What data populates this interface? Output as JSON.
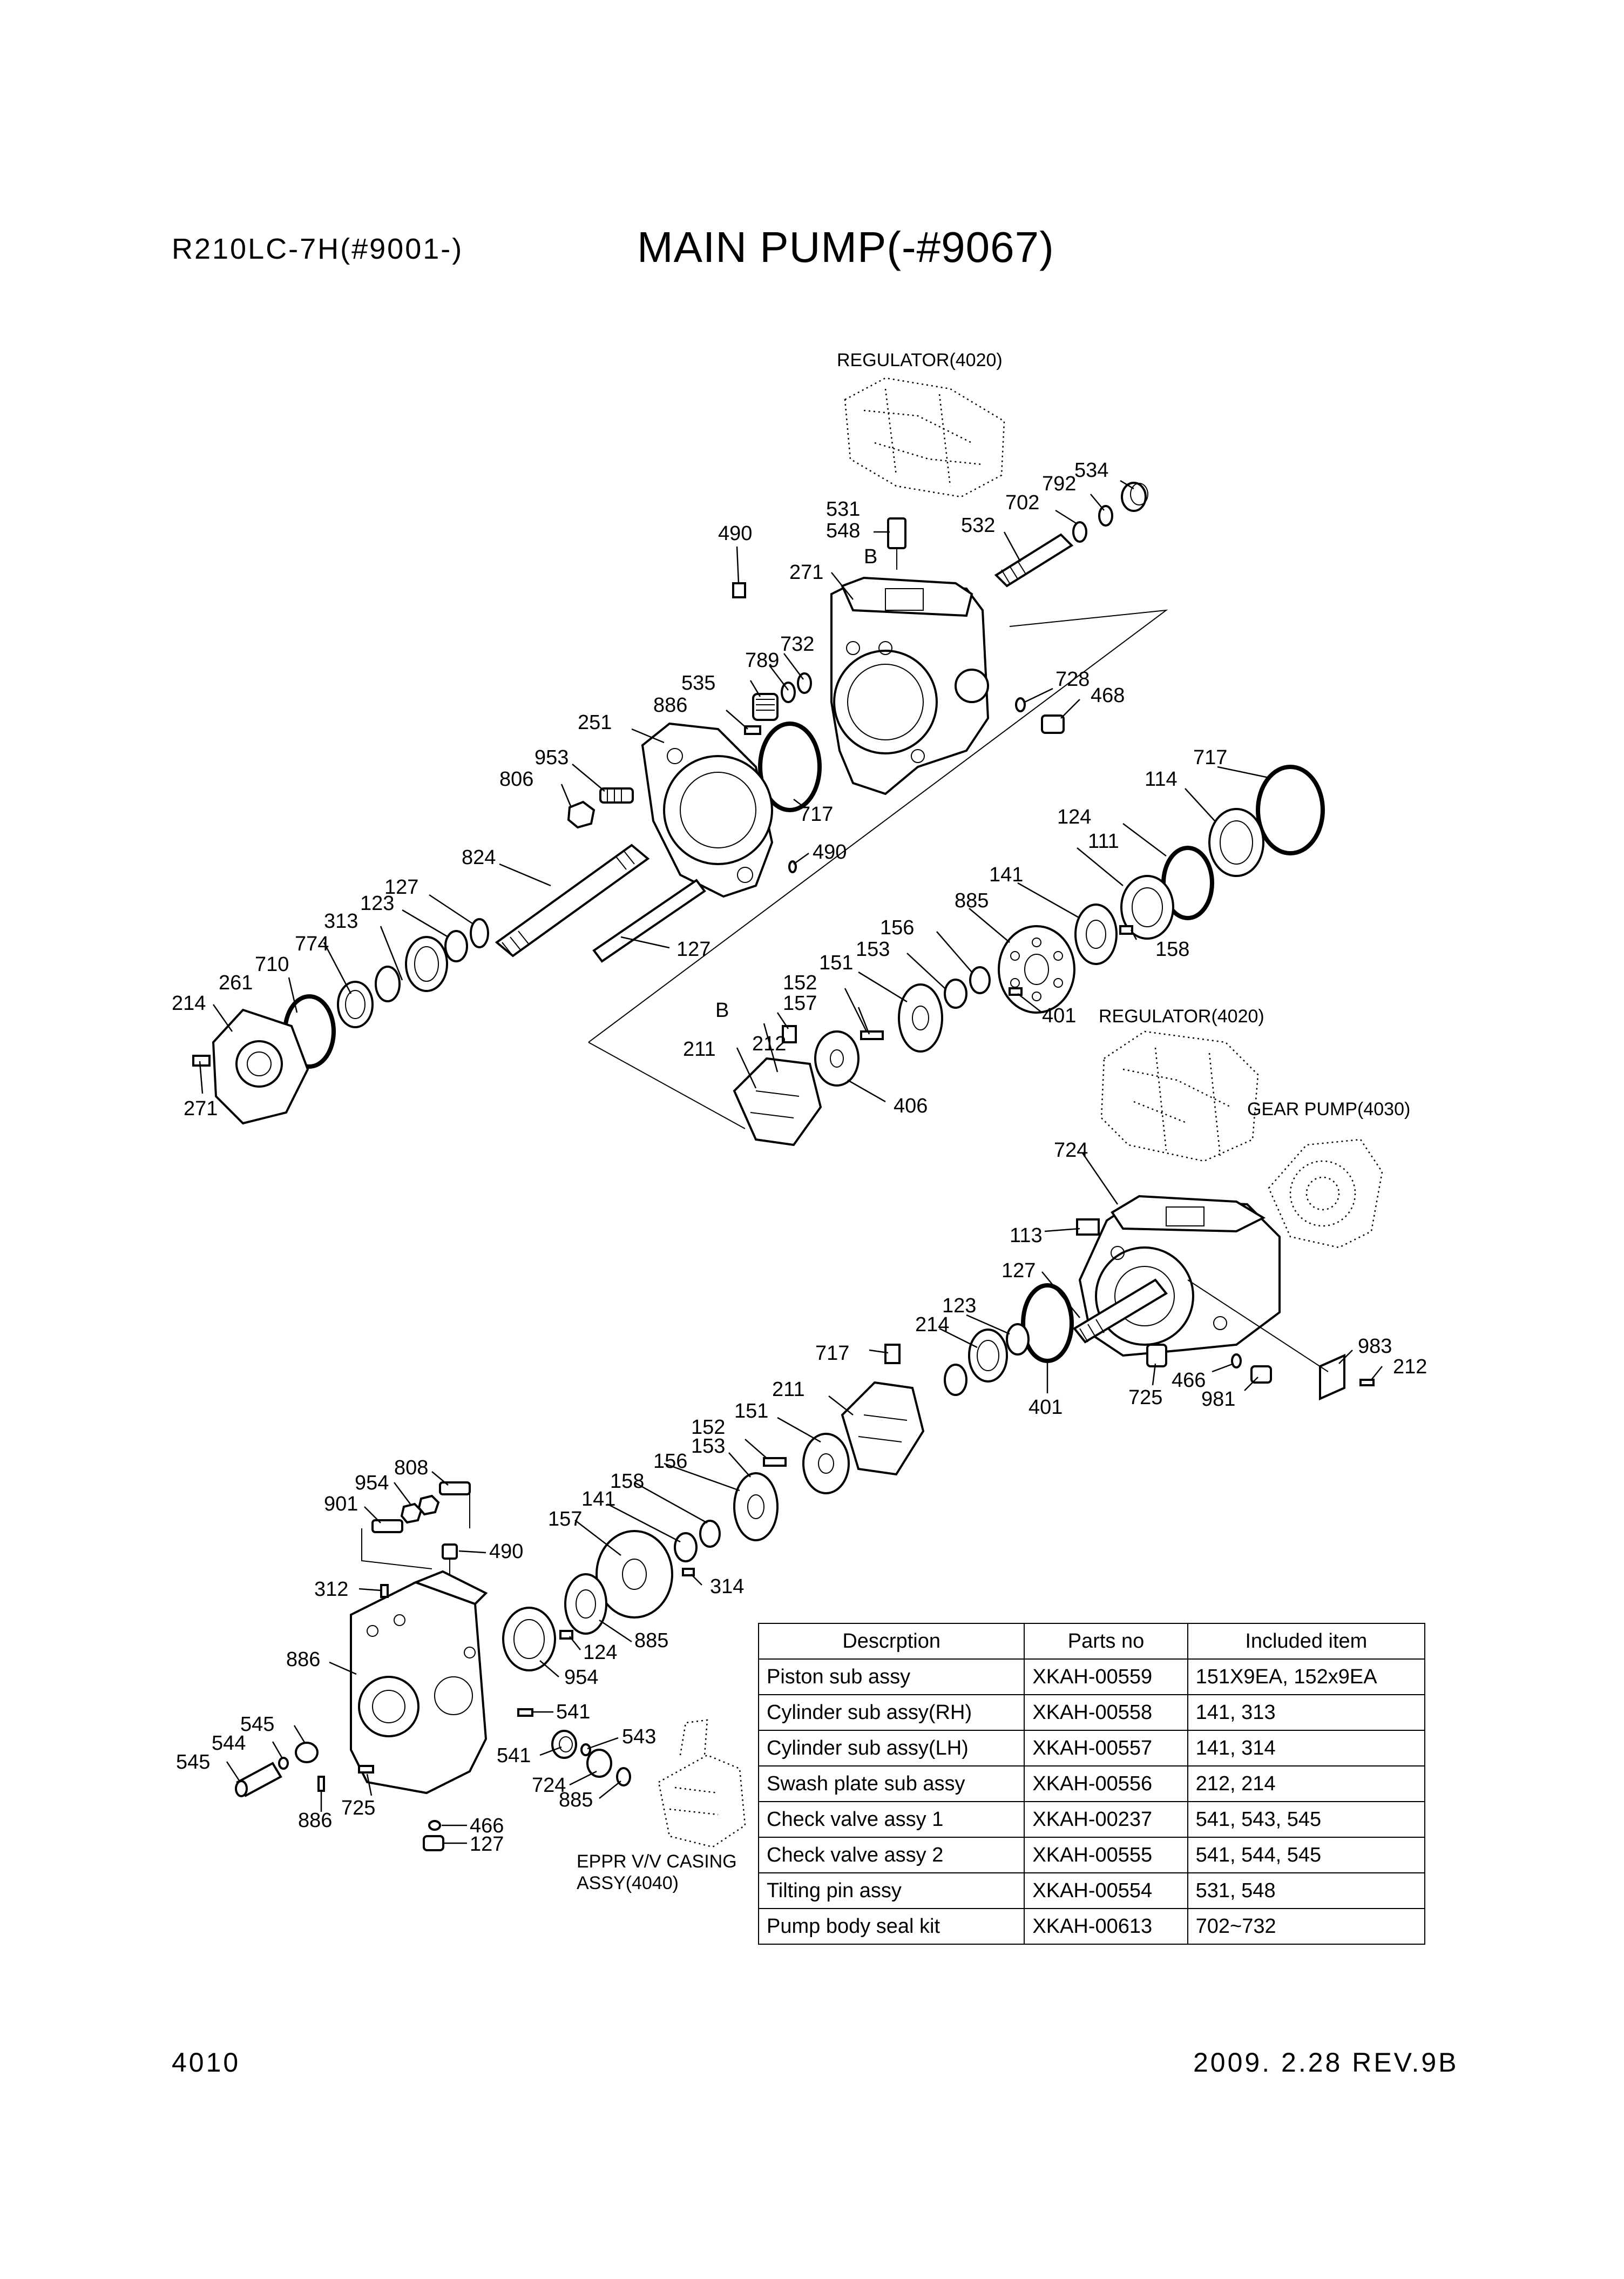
{
  "header": {
    "model": "R210LC-7H(#9001-)",
    "title": "MAIN PUMP(-#9067)"
  },
  "footer": {
    "page": "4010",
    "revision": "2009. 2.28  REV.9B"
  },
  "diagram": {
    "callouts": [
      "490",
      "271",
      "531",
      "548",
      "B",
      "532",
      "702",
      "792",
      "534",
      "732",
      "789",
      "535",
      "886",
      "728",
      "468",
      "251",
      "953",
      "806",
      "717",
      "490",
      "114",
      "717",
      "124",
      "111",
      "824",
      "127",
      "123",
      "313",
      "141",
      "885",
      "158",
      "156",
      "153",
      "151",
      "152",
      "157",
      "401",
      "127",
      "774",
      "710",
      "261",
      "214",
      "B",
      "212",
      "211",
      "406",
      "271",
      "724",
      "113",
      "127",
      "123",
      "214",
      "717",
      "401",
      "725",
      "466",
      "981",
      "983",
      "212",
      "211",
      "151",
      "152",
      "153",
      "156",
      "158",
      "141",
      "157",
      "314",
      "885",
      "124",
      "954",
      "808",
      "954",
      "901",
      "490",
      "312",
      "886",
      "541",
      "545",
      "544",
      "545",
      "543",
      "541",
      "724",
      "885",
      "886",
      "725",
      "466",
      "127"
    ],
    "references": {
      "regulator_top": "REGULATOR(4020)",
      "regulator_mid": "REGULATOR(4020)",
      "gear_pump": "GEAR PUMP(4030)",
      "eppr_line1": "EPPR V/V CASING",
      "eppr_line2": "ASSY(4040)"
    }
  },
  "parts_table": {
    "headers": [
      "Descrption",
      "Parts no",
      "Included item"
    ],
    "rows": [
      [
        "Piston sub assy",
        "XKAH-00559",
        "151X9EA, 152x9EA"
      ],
      [
        "Cylinder sub assy(RH)",
        "XKAH-00558",
        "141, 313"
      ],
      [
        "Cylinder sub assy(LH)",
        "XKAH-00557",
        "141, 314"
      ],
      [
        "Swash plate sub assy",
        "XKAH-00556",
        "212, 214"
      ],
      [
        "Check valve assy 1",
        "XKAH-00237",
        "541, 543, 545"
      ],
      [
        "Check valve assy 2",
        "XKAH-00555",
        "541, 544, 545"
      ],
      [
        "Tilting pin assy",
        "XKAH-00554",
        "531, 548"
      ],
      [
        "Pump body seal kit",
        "XKAH-00613",
        "702~732"
      ]
    ]
  }
}
